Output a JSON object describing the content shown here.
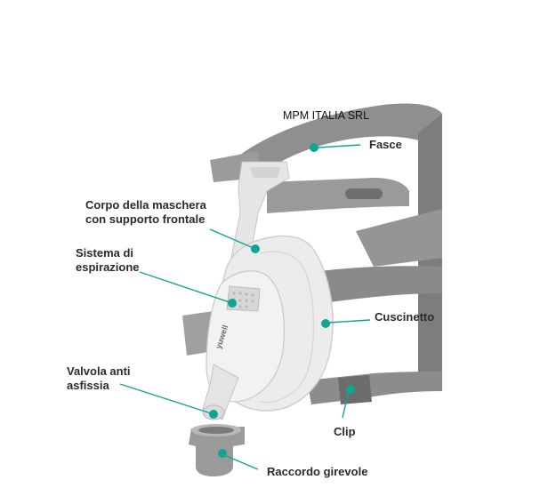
{
  "brand_text": "MPM ITALIA SRL",
  "mask_logo": "yuwell",
  "labels": {
    "fasce": "Fasce",
    "corpo_line1": "Corpo della maschera",
    "corpo_line2": "con supporto frontale",
    "sistema_line1": "Sistema di",
    "sistema_line2": "espirazione",
    "cuscinetto": "Cuscinetto",
    "valvola_line1": "Valvola anti",
    "valvola_line2": "asfissia",
    "clip": "Clip",
    "raccordo": "Raccordo girevole"
  },
  "colors": {
    "accent": "#12a394",
    "headgear": "#8e8e8e",
    "label_text": "#2b2b2b"
  }
}
